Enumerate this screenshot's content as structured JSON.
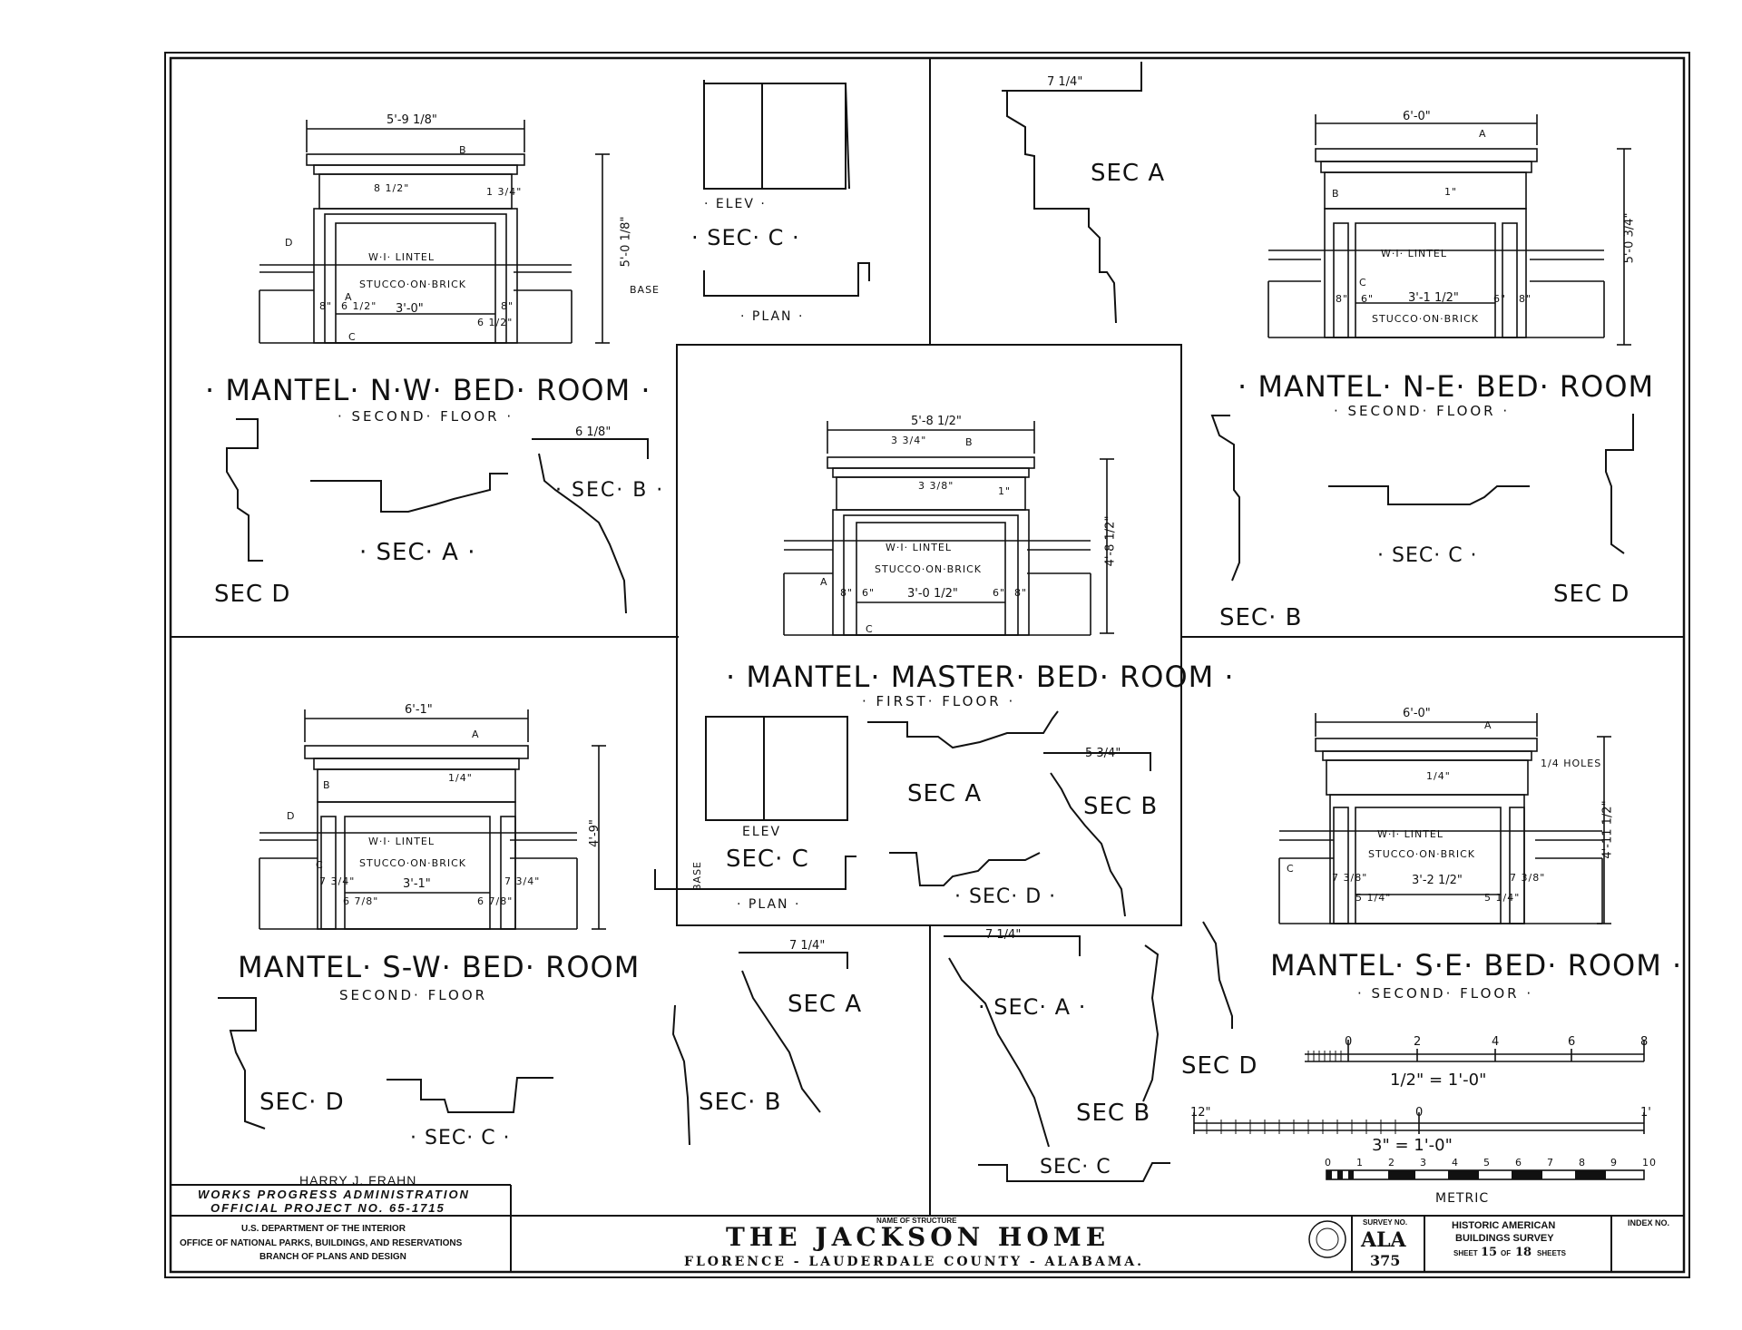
{
  "structure": {
    "name_label": "NAME OF STRUCTURE",
    "name": "THE JACKSON HOME",
    "location": "FLORENCE - LAUDERDALE COUNTY - ALABAMA."
  },
  "agency": {
    "line1": "U.S. DEPARTMENT OF THE INTERIOR",
    "line2": "OFFICE OF NATIONAL PARKS, BUILDINGS, AND RESERVATIONS",
    "line3": "BRANCH OF PLANS AND DESIGN"
  },
  "delineator": "HARRY J. FRAHN",
  "wpa": {
    "line1": "WORKS PROGRESS ADMINISTRATION",
    "line2": "OFFICIAL PROJECT NO. 65-1715"
  },
  "survey": {
    "label": "SURVEY NO.",
    "state": "ALA",
    "number": "375",
    "program_line1": "HISTORIC AMERICAN",
    "program_line2": "BUILDINGS SURVEY",
    "sheet_word": "SHEET",
    "sheet_num": "15",
    "of_word": "OF",
    "sheet_total": "18",
    "sheets_word": "SHEETS",
    "index_label": "INDEX NO."
  },
  "mantels": {
    "nw": {
      "title": "· MANTEL· N·W· BED· ROOM ·",
      "floor": "· SECOND· FLOOR ·",
      "width": "5'-9 1/8\"",
      "height": "5'-0 1/8\"",
      "opening": "3'-0\"",
      "lintel": "W·I· LINTEL",
      "stucco": "STUCCO·ON·BRICK",
      "d1": "8\"",
      "d2": "6 1/2\"",
      "d3": "8\"",
      "d4": "6 1/2\"",
      "v1": "8 1/2\"",
      "v2": "1 3/4\""
    },
    "ne": {
      "title": "· MANTEL· N-E· BED· ROOM",
      "floor": "· SECOND· FLOOR ·",
      "width": "6'-0\"",
      "height": "5'-0 3/4\"",
      "opening": "3'-1 1/2\"",
      "lintel": "W·I· LINTEL",
      "stucco": "STUCCO·ON·BRICK",
      "d1": "8\"",
      "d2": "6\"",
      "d3": "6\"",
      "d4": "8\"",
      "v1": "1\""
    },
    "master": {
      "title": "· MANTEL· MASTER· BED· ROOM ·",
      "floor": "· FIRST· FLOOR ·",
      "width": "5'-8 1/2\"",
      "height": "4'-8 1/2\"",
      "opening": "3'-0 1/2\"",
      "lintel": "W·I· LINTEL",
      "stucco": "STUCCO·ON·BRICK",
      "d1": "8\"",
      "d2": "6\"",
      "d3": "6\"",
      "d4": "8\"",
      "v1": "3 3/4\"",
      "v2": "3 3/8\"",
      "v3": "1\""
    },
    "sw": {
      "title": "MANTEL· S-W· BED· ROOM",
      "floor": "SECOND· FLOOR",
      "width": "6'-1\"",
      "height": "4'-9\"",
      "opening": "3'-1\"",
      "lintel": "W·I· LINTEL",
      "stucco": "STUCCO·ON·BRICK",
      "d1": "7 3/4\"",
      "d2": "6 7/8\"",
      "d3": "6 7/8\"",
      "d4": "7 3/4\"",
      "v1": "1/4\""
    },
    "se": {
      "title": "MANTEL· S·E· BED· ROOM ·",
      "floor": "· SECOND· FLOOR ·",
      "width": "6'-0\"",
      "height": "4'-11 1/2\"",
      "opening": "3'-2 1/2\"",
      "lintel": "W·I· LINTEL",
      "stucco": "STUCCO·ON·BRICK",
      "d1": "7 3/8\"",
      "d2": "5 1/4\"",
      "d3": "5 1/4\"",
      "d4": "7 3/8\"",
      "holes": "1/4 HOLES",
      "v1": "1/4\""
    }
  },
  "sections": {
    "sec_a": "SEC A",
    "sec_a_dot": "· SEC· A ·",
    "sec_b": "SEC B",
    "sec_b_dot": "SEC· B",
    "sec_b_dot2": "· SEC· B ·",
    "sec_c": "· SEC· C ·",
    "sec_c2": "SEC· C",
    "sec_c3": "· SEC· C ·",
    "sec_d": "SEC D",
    "sec_d_dot": "SEC· D",
    "sec_d3": "· SEC· D ·",
    "elev": "· ELEV ·",
    "elev2": "ELEV",
    "plan": "· PLAN ·",
    "base": "BASE",
    "dim_7_14": "7 1/4\"",
    "dim_6_18": "6 1/8\"",
    "dim_5_34": "5 3/4\""
  },
  "scales": {
    "s1_label": "1/2\" = 1'-0\"",
    "s1_ticks": [
      "0",
      "2",
      "4",
      "6",
      "8"
    ],
    "s2_label": "3\" = 1'-0\"",
    "s2_left": "12\"",
    "s2_mid": "0",
    "s2_right": "1'",
    "metric_label": "METRIC",
    "metric_ticks": [
      "0",
      "1",
      "2",
      "3",
      "4",
      "5",
      "6",
      "7",
      "8",
      "9",
      "10"
    ]
  },
  "marks": {
    "a": "A",
    "b": "B",
    "c": "C",
    "d": "D"
  }
}
